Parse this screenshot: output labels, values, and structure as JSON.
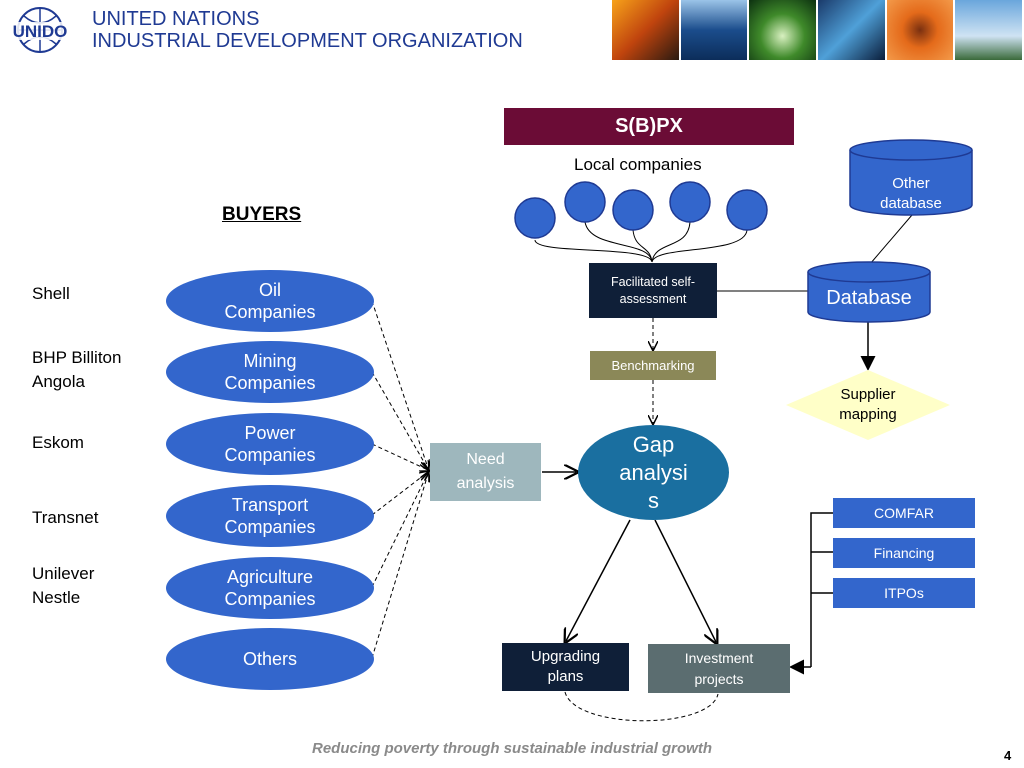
{
  "header": {
    "org_line1": "UNITED NATIONS",
    "org_line2": "INDUSTRIAL DEVELOPMENT ORGANIZATION",
    "logo_text": "UNIDO"
  },
  "title_bar": "S(B)PX",
  "local_companies_label": "Local companies",
  "buyers_heading": "BUYERS",
  "buyers": [
    {
      "name": "Shell"
    },
    {
      "name": "BHP Billiton\nAngola"
    },
    {
      "name": "Eskom"
    },
    {
      "name": "Transnet"
    },
    {
      "name": "Unilever\nNestle"
    }
  ],
  "categories": [
    "Oil\nCompanies",
    "Mining\nCompanies",
    "Power\nCompanies",
    "Transport\nCompanies",
    "Agriculture\nCompanies",
    "Others"
  ],
  "process": {
    "facilitated": "Facilitated self-\nassessment",
    "benchmarking": "Benchmarking",
    "need_analysis": "Need\nanalysis",
    "gap_analysis": "Gap\nanalysi\ns",
    "upgrading_plans": "Upgrading\nplans",
    "investment_projects": "Investment\nprojects"
  },
  "databases": {
    "other": "Other\ndatabase",
    "main": "Database"
  },
  "supplier_mapping": "Supplier\nmapping",
  "tools": [
    "COMFAR",
    "Financing",
    "ITPOs"
  ],
  "footer": {
    "tagline": "Reducing poverty through sustainable industrial growth",
    "page_number": "4"
  },
  "colors": {
    "brand_blue": "#1f3a93",
    "ellipse_blue": "#3366cc",
    "title_maroon": "#6b0c36",
    "dark_navy": "#0f1f38",
    "olive": "#8b8858",
    "slate": "#5b6d70",
    "teal_grey": "#9eb7bd",
    "gap_blue": "#1a6fa0",
    "diamond_yellow": "#ffffc8"
  }
}
